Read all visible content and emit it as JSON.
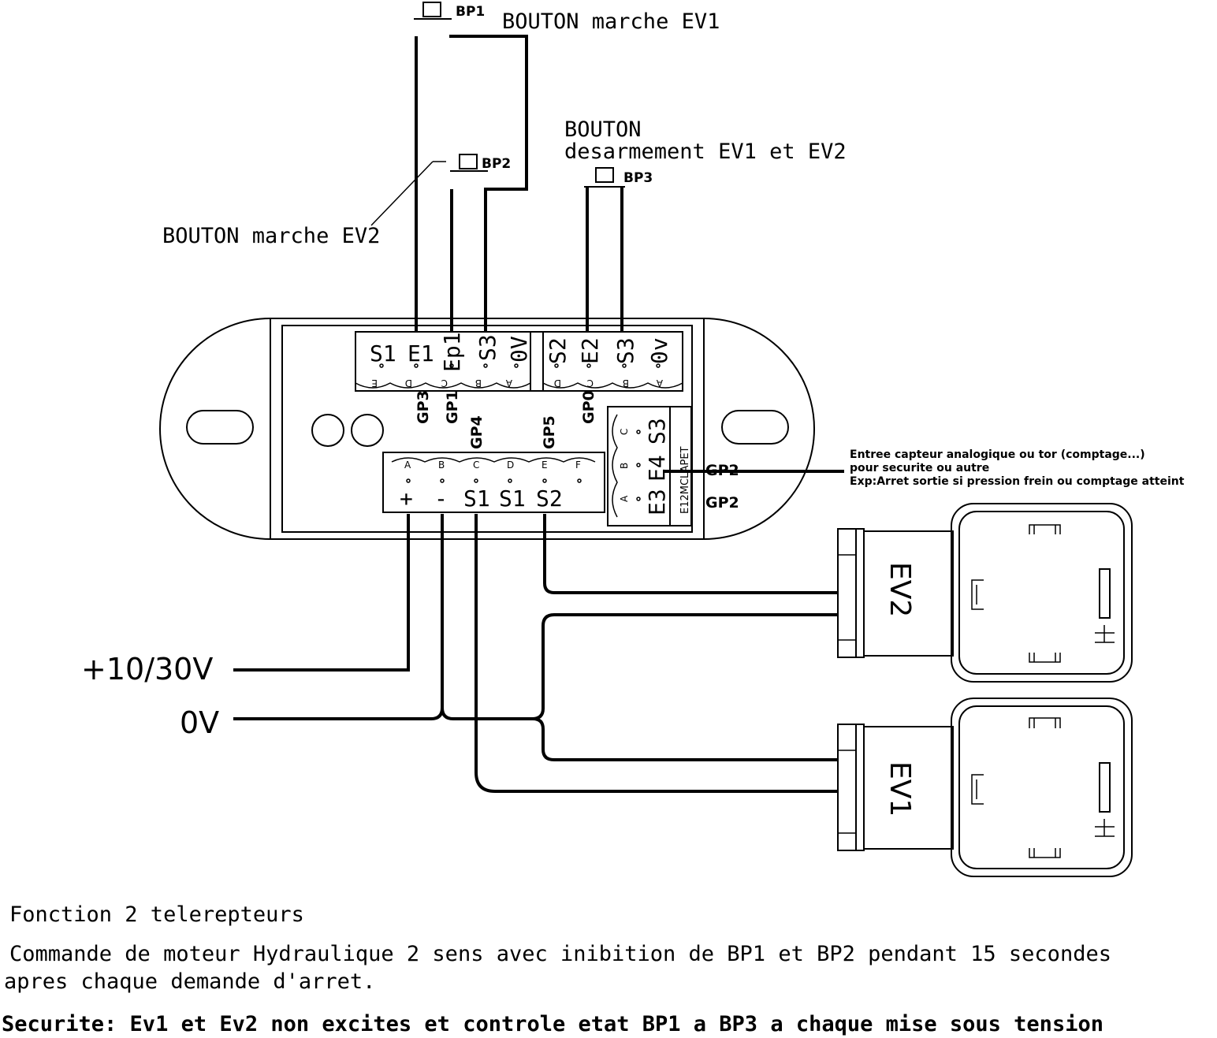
{
  "buttons": {
    "bp1_label": "BP1",
    "bp2_label": "BP2",
    "bp3_label": "BP3",
    "bp1_caption": "BOUTON marche EV1",
    "bp2_caption": "BOUTON marche EV2",
    "bp3_caption_line1": "BOUTON",
    "bp3_caption_line2": "desarmement EV1 et EV2"
  },
  "connector_left": {
    "terminals": [
      "S1",
      "E1",
      "Ep1",
      "S3",
      "0V"
    ],
    "letters": [
      "E",
      "D",
      "C",
      "B",
      "A"
    ]
  },
  "connector_right": {
    "terminals": [
      "S2",
      "E2",
      "S3",
      "0v"
    ],
    "letters": [
      "D",
      "C",
      "B",
      "A"
    ]
  },
  "gp_labels": {
    "gp3": "GP3",
    "gp1": "GP1",
    "gp0": "GP0",
    "gp4": "GP4",
    "gp5": "GP5",
    "gp2a": "GP2",
    "gp2b": "GP2"
  },
  "connector_bottom": {
    "letters": [
      "A",
      "B",
      "C",
      "D",
      "E",
      "F"
    ],
    "terminals": [
      "+",
      "-",
      "S1",
      "S1",
      "S2"
    ]
  },
  "connector_side": {
    "letters": [
      "A",
      "B",
      "C"
    ],
    "terminals": [
      "E3",
      "E4",
      "S3"
    ],
    "model": "E12MCLAPET"
  },
  "sensor_note": {
    "line1": "Entree capteur analogique ou tor (comptage...)",
    "line2": "pour securite ou autre",
    "line3": "Exp:Arret sortie si pression frein ou comptage atteint"
  },
  "power": {
    "plus": "+10/30V",
    "zero": "0V"
  },
  "valves": {
    "ev2": "EV2",
    "ev1": "EV1"
  },
  "footer": {
    "line1": "Fonction 2 telerepteurs",
    "line2": "Commande de moteur Hydraulique 2 sens avec inibition de BP1 et BP2 pendant 15 secondes",
    "line3": "apres chaque demande d'arret.",
    "line4": "Securite: Ev1 et Ev2 non excites et controle etat BP1 a BP3 a chaque mise sous tension"
  }
}
